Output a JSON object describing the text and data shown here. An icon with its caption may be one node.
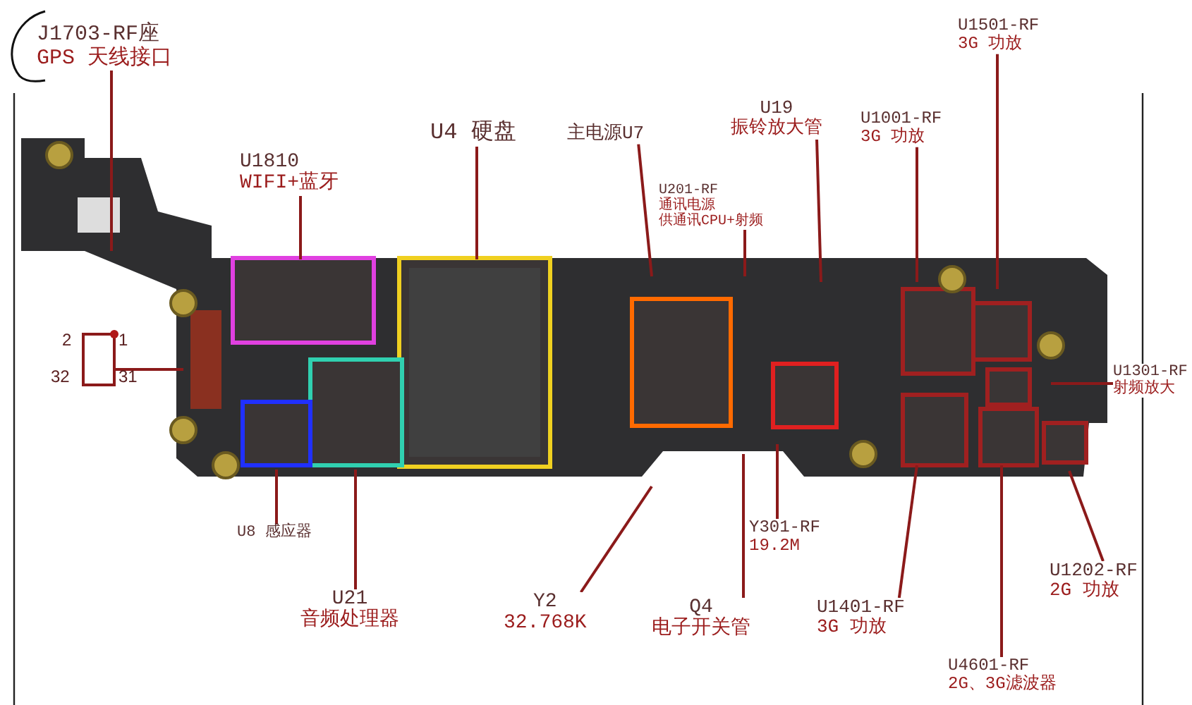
{
  "diagram": {
    "nodes": [
      {
        "text": [
          "J1703-RF座",
          "GPS 天线接口"
        ]
      },
      {
        "text": [
          "U1810",
          "WIFI+蓝牙"
        ]
      },
      {
        "text": [
          "U4 硬盘"
        ]
      },
      {
        "text": [
          "主电源U7"
        ]
      },
      {
        "text": [
          "U201-RF",
          "通讯电源",
          "供通讯CPU+射频"
        ]
      },
      {
        "text": [
          "U19",
          "振铃放大管"
        ]
      },
      {
        "text": [
          "U1001-RF",
          "3G 功放"
        ]
      },
      {
        "text": [
          "U1501-RF",
          "3G 功放"
        ]
      },
      {
        "text": [
          "U1301-RF",
          "射频放大"
        ]
      },
      {
        "text": [
          "U1202-RF",
          "2G 功放"
        ]
      },
      {
        "text": [
          "U4601-RF",
          "2G、3G滤波器"
        ]
      },
      {
        "text": [
          "U1401-RF",
          "3G 功放"
        ]
      },
      {
        "text": [
          "Y301-RF",
          "19.2M"
        ]
      },
      {
        "text": [
          "Q4",
          "电子开关管"
        ]
      },
      {
        "text": [
          "Y2",
          "32.768K"
        ]
      },
      {
        "text": [
          "U21",
          "音频处理器"
        ]
      },
      {
        "text": [
          "U8 感应器"
        ]
      },
      {
        "text": [],
        "shape": "box",
        "beside": [
          "2",
          "1",
          "32",
          "31"
        ]
      }
    ],
    "edges": [
      {
        "from": 0,
        "to": null,
        "arrow": "none"
      },
      {
        "from": 1,
        "to": null,
        "arrow": "none"
      },
      {
        "from": 2,
        "to": null,
        "arrow": "none"
      },
      {
        "from": 3,
        "to": null,
        "arrow": "none"
      },
      {
        "from": 4,
        "to": null,
        "arrow": "none"
      },
      {
        "from": 5,
        "to": null,
        "arrow": "none"
      },
      {
        "from": 6,
        "to": null,
        "arrow": "none"
      },
      {
        "from": 7,
        "to": null,
        "arrow": "none"
      },
      {
        "from": 8,
        "to": null,
        "arrow": "none"
      },
      {
        "from": 9,
        "to": null,
        "arrow": "none"
      },
      {
        "from": 10,
        "to": null,
        "arrow": "none"
      },
      {
        "from": 11,
        "to": null,
        "arrow": "none"
      },
      {
        "from": 12,
        "to": null,
        "arrow": "none"
      },
      {
        "from": 13,
        "to": null,
        "arrow": "none"
      },
      {
        "from": 14,
        "to": null,
        "arrow": "none"
      },
      {
        "from": 15,
        "to": null,
        "arrow": "none"
      },
      {
        "from": 16,
        "to": null,
        "arrow": "none"
      },
      {
        "from": 17,
        "to": null,
        "arrow": "none"
      }
    ]
  }
}
